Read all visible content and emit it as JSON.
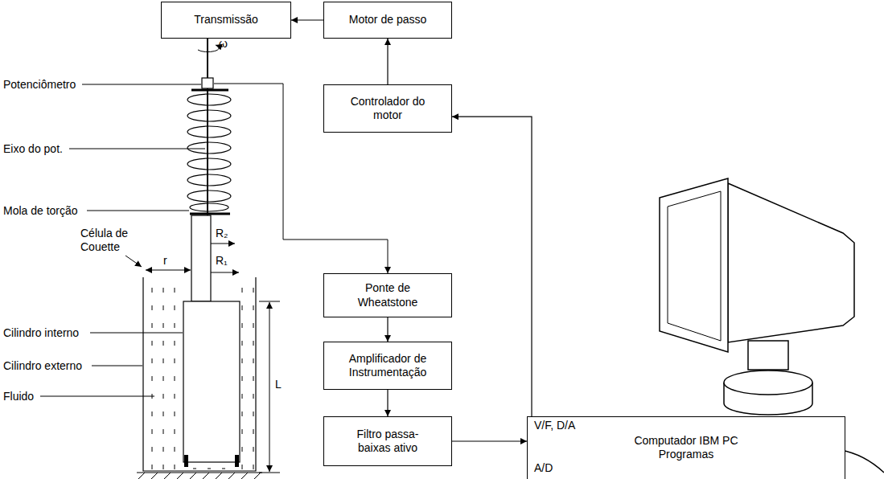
{
  "diagram": {
    "nodes": [
      {
        "text": [
          "Transmissão"
        ]
      },
      {
        "text": [
          "Motor de passo"
        ]
      },
      {
        "text": [
          "Controlador do motor"
        ]
      },
      {
        "text": [
          "Ponte de Wheatstone"
        ]
      },
      {
        "text": [
          "Amplificador de Instrumentação"
        ]
      },
      {
        "text": [
          "Filtro passa-baixas ativo"
        ]
      },
      {
        "text": [
          "V/F, D/A",
          "Computador IBM PC",
          "Programas",
          "A/D"
        ]
      }
    ],
    "edges": [
      {
        "from": 1,
        "to": 0,
        "arrow": "to"
      },
      {
        "from": 2,
        "to": 1,
        "arrow": "to"
      },
      {
        "from": 6,
        "to": 2,
        "arrow": "to"
      },
      {
        "from": 3,
        "to": 4,
        "arrow": "to"
      },
      {
        "from": 4,
        "to": 5,
        "arrow": "to"
      },
      {
        "from": 5,
        "to": 6,
        "arrow": "to"
      }
    ],
    "labels": [
      "ω",
      "Potenciômetro",
      "Eixo do pot.",
      "Mola de torção",
      "Célula de Couette",
      "r",
      "R₂",
      "R₁",
      "Cilindro interno",
      "Cilindro externo",
      "Fluido",
      "L"
    ]
  }
}
